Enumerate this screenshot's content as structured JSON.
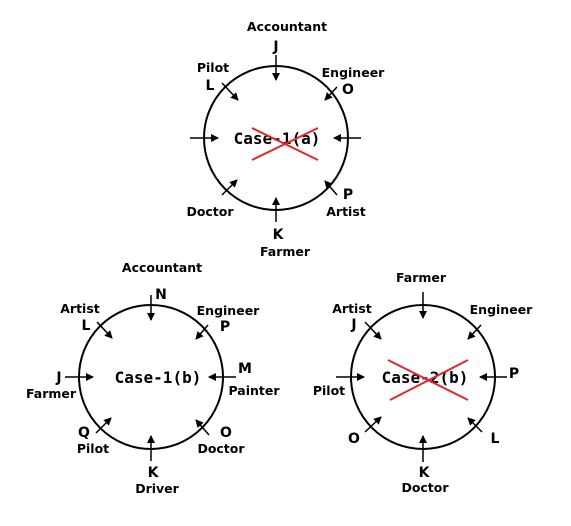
{
  "case1a": {
    "title": "Case-1(a)",
    "top": {
      "letter": "J",
      "label": "Accountant"
    },
    "top_left": {
      "letter": "L",
      "label": "Pilot"
    },
    "top_right": {
      "letter": "O",
      "label": "Engineer"
    },
    "bottom_left": {
      "label": "Doctor"
    },
    "bottom_right": {
      "letter": "P",
      "label": "Artist"
    },
    "bottom": {
      "letter": "K",
      "label": "Farmer"
    }
  },
  "case1b": {
    "title": "Case-1(b)",
    "top": {
      "letter": "N",
      "label": "Accountant"
    },
    "top_left": {
      "letter": "L",
      "label": "Artist"
    },
    "top_right": {
      "letter": "P",
      "label": "Engineer"
    },
    "left": {
      "letter": "J",
      "label": "Farmer"
    },
    "right": {
      "letter": "M",
      "label": "Painter"
    },
    "bottom_left": {
      "letter": "Q",
      "label": "Pilot"
    },
    "bottom_right": {
      "letter": "O",
      "label": "Doctor"
    },
    "bottom": {
      "letter": "K",
      "label": "Driver"
    }
  },
  "case2b": {
    "title": "Case-2(b)",
    "top": {
      "label": "Farmer"
    },
    "top_left": {
      "letter": "J",
      "label": "Artist"
    },
    "top_right": {
      "label": "Engineer"
    },
    "left": {
      "label": "Pilot"
    },
    "right": {
      "letter": "P"
    },
    "bottom_left": {
      "letter": "O"
    },
    "bottom_right": {
      "letter": "L"
    },
    "bottom": {
      "letter": "K",
      "label": "Doctor"
    }
  },
  "colors": {
    "stroke": "#000000",
    "cross": "#e0282c"
  }
}
